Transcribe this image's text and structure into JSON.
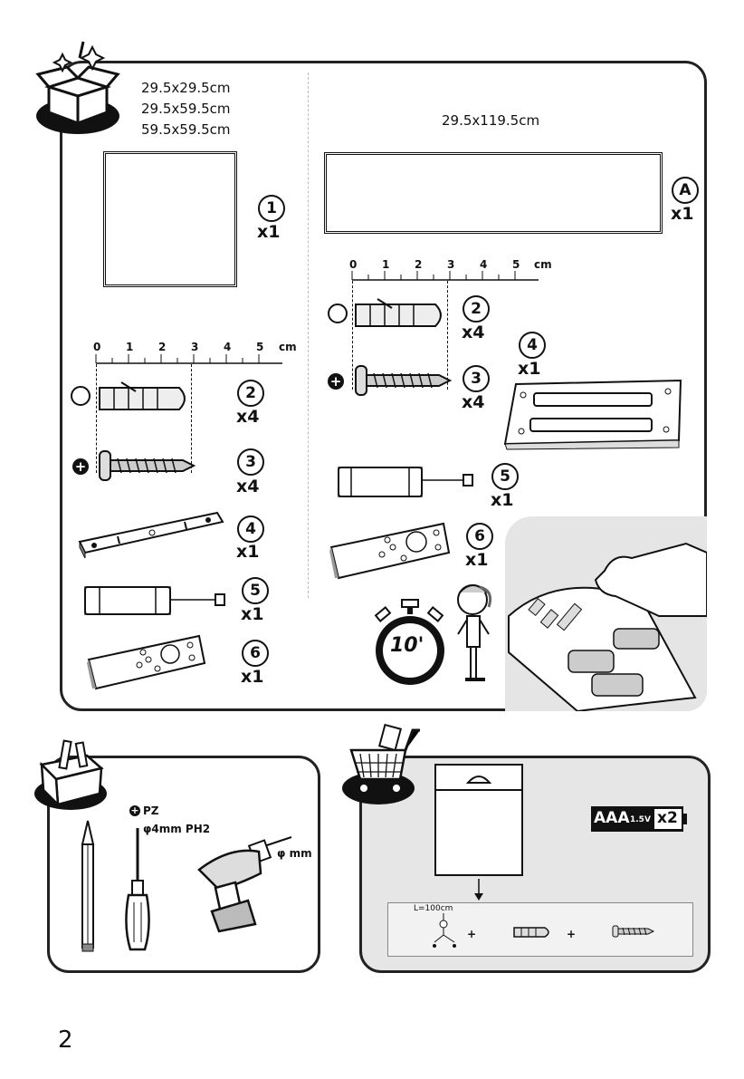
{
  "top_left": {
    "sizes": [
      "29.5x29.5cm",
      "29.5x59.5cm",
      "59.5x59.5cm"
    ],
    "items": [
      {
        "num": "1",
        "qty": "x1"
      },
      {
        "num": "2",
        "qty": "x4"
      },
      {
        "num": "3",
        "qty": "x4"
      },
      {
        "num": "4",
        "qty": "x1"
      },
      {
        "num": "5",
        "qty": "x1"
      },
      {
        "num": "6",
        "qty": "x1"
      }
    ],
    "ruler": {
      "ticks": [
        "0",
        "1",
        "2",
        "3",
        "4",
        "5"
      ],
      "unit": "cm"
    }
  },
  "top_right": {
    "size": "29.5x119.5cm",
    "panel_letter": "A",
    "panel_qty": "x1",
    "items": [
      {
        "num": "2",
        "qty": "x4"
      },
      {
        "num": "3",
        "qty": "x4"
      },
      {
        "num": "4",
        "qty": "x1"
      },
      {
        "num": "5",
        "qty": "x1"
      },
      {
        "num": "6",
        "qty": "x1"
      }
    ],
    "ruler": {
      "ticks": [
        "0",
        "1",
        "2",
        "3",
        "4",
        "5"
      ],
      "unit": "cm"
    },
    "timer": "10'"
  },
  "tools": {
    "pz": "PZ",
    "screwdriver": "φ4mm PH2",
    "drill": "φ  mm"
  },
  "purchase": {
    "battery": "AAA",
    "voltage": "1.5V",
    "battery_qty": "x2",
    "cable": "L=100cm",
    "plus": "+"
  },
  "page_number": "2"
}
